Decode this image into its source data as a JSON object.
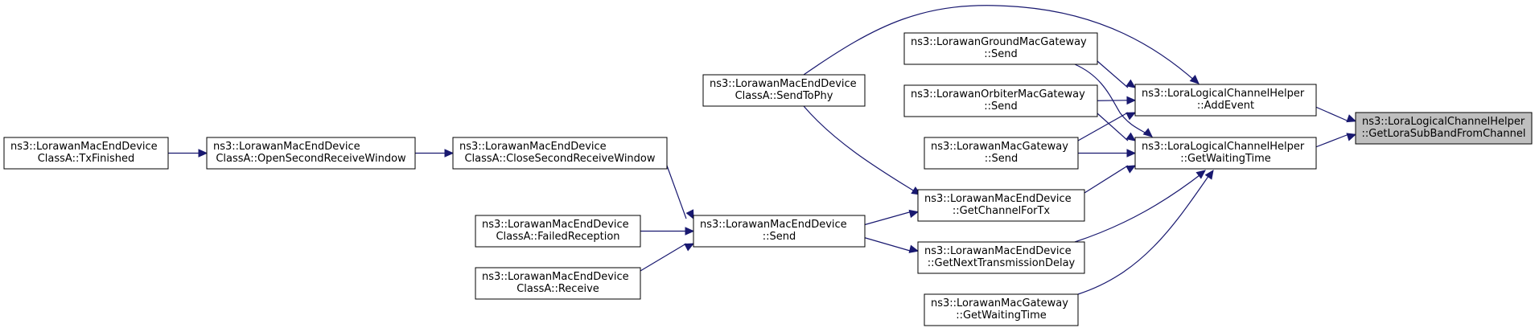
{
  "title": "",
  "colors": {
    "edge": "#191970",
    "root_fill": "#bfbfbf",
    "node_fill": "#ffffff",
    "border": "#000000"
  },
  "nodes": [
    {
      "id": "getLoraSubBand",
      "lines": [
        "ns3::LoraLogicalChannelHelper",
        "::GetLoraSubBandFromChannel"
      ],
      "root": true
    },
    {
      "id": "addEvent",
      "lines": [
        "ns3::LoraLogicalChannelHelper",
        "::AddEvent"
      ]
    },
    {
      "id": "getWaitingTimeHelper",
      "lines": [
        "ns3::LoraLogicalChannelHelper",
        "::GetWaitingTime"
      ]
    },
    {
      "id": "groundSend",
      "lines": [
        "ns3::LorawanGroundMacGateway",
        "::Send"
      ]
    },
    {
      "id": "orbiterSend",
      "lines": [
        "ns3::LorawanOrbiterMacGateway",
        "::Send"
      ]
    },
    {
      "id": "gatewaySend",
      "lines": [
        "ns3::LorawanMacGateway",
        "::Send"
      ]
    },
    {
      "id": "gatewayWaitingTime",
      "lines": [
        "ns3::LorawanMacGateway",
        "::GetWaitingTime"
      ]
    },
    {
      "id": "sendToPhy",
      "lines": [
        "ns3::LorawanMacEndDevice",
        "ClassA::SendToPhy"
      ]
    },
    {
      "id": "getChannelForTx",
      "lines": [
        "ns3::LorawanMacEndDevice",
        "::GetChannelForTx"
      ]
    },
    {
      "id": "getNextTxDelay",
      "lines": [
        "ns3::LorawanMacEndDevice",
        "::GetNextTransmissionDelay"
      ]
    },
    {
      "id": "endDeviceSend",
      "lines": [
        "ns3::LorawanMacEndDevice",
        "::Send"
      ]
    },
    {
      "id": "closeSecondRx",
      "lines": [
        "ns3::LorawanMacEndDevice",
        "ClassA::CloseSecondReceiveWindow"
      ]
    },
    {
      "id": "failedReception",
      "lines": [
        "ns3::LorawanMacEndDevice",
        "ClassA::FailedReception"
      ]
    },
    {
      "id": "receive",
      "lines": [
        "ns3::LorawanMacEndDevice",
        "ClassA::Receive"
      ]
    },
    {
      "id": "openSecondRx",
      "lines": [
        "ns3::LorawanMacEndDevice",
        "ClassA::OpenSecondReceiveWindow"
      ]
    },
    {
      "id": "txFinished",
      "lines": [
        "ns3::LorawanMacEndDevice",
        "ClassA::TxFinished"
      ]
    }
  ],
  "edges": [
    {
      "from": "addEvent",
      "to": "getLoraSubBand"
    },
    {
      "from": "getWaitingTimeHelper",
      "to": "getLoraSubBand"
    },
    {
      "from": "groundSend",
      "to": "addEvent"
    },
    {
      "from": "orbiterSend",
      "to": "addEvent"
    },
    {
      "from": "gatewaySend",
      "to": "addEvent"
    },
    {
      "from": "sendToPhy",
      "to": "addEvent"
    },
    {
      "from": "groundSend",
      "to": "getWaitingTimeHelper"
    },
    {
      "from": "orbiterSend",
      "to": "getWaitingTimeHelper"
    },
    {
      "from": "gatewaySend",
      "to": "getWaitingTimeHelper"
    },
    {
      "from": "getChannelForTx",
      "to": "getWaitingTimeHelper"
    },
    {
      "from": "getNextTxDelay",
      "to": "getWaitingTimeHelper"
    },
    {
      "from": "gatewayWaitingTime",
      "to": "getWaitingTimeHelper"
    },
    {
      "from": "sendToPhy",
      "to": "getChannelForTx"
    },
    {
      "from": "endDeviceSend",
      "to": "getChannelForTx"
    },
    {
      "from": "endDeviceSend",
      "to": "getNextTxDelay"
    },
    {
      "from": "closeSecondRx",
      "to": "endDeviceSend"
    },
    {
      "from": "failedReception",
      "to": "endDeviceSend"
    },
    {
      "from": "receive",
      "to": "endDeviceSend"
    },
    {
      "from": "openSecondRx",
      "to": "closeSecondRx"
    },
    {
      "from": "txFinished",
      "to": "openSecondRx"
    }
  ]
}
